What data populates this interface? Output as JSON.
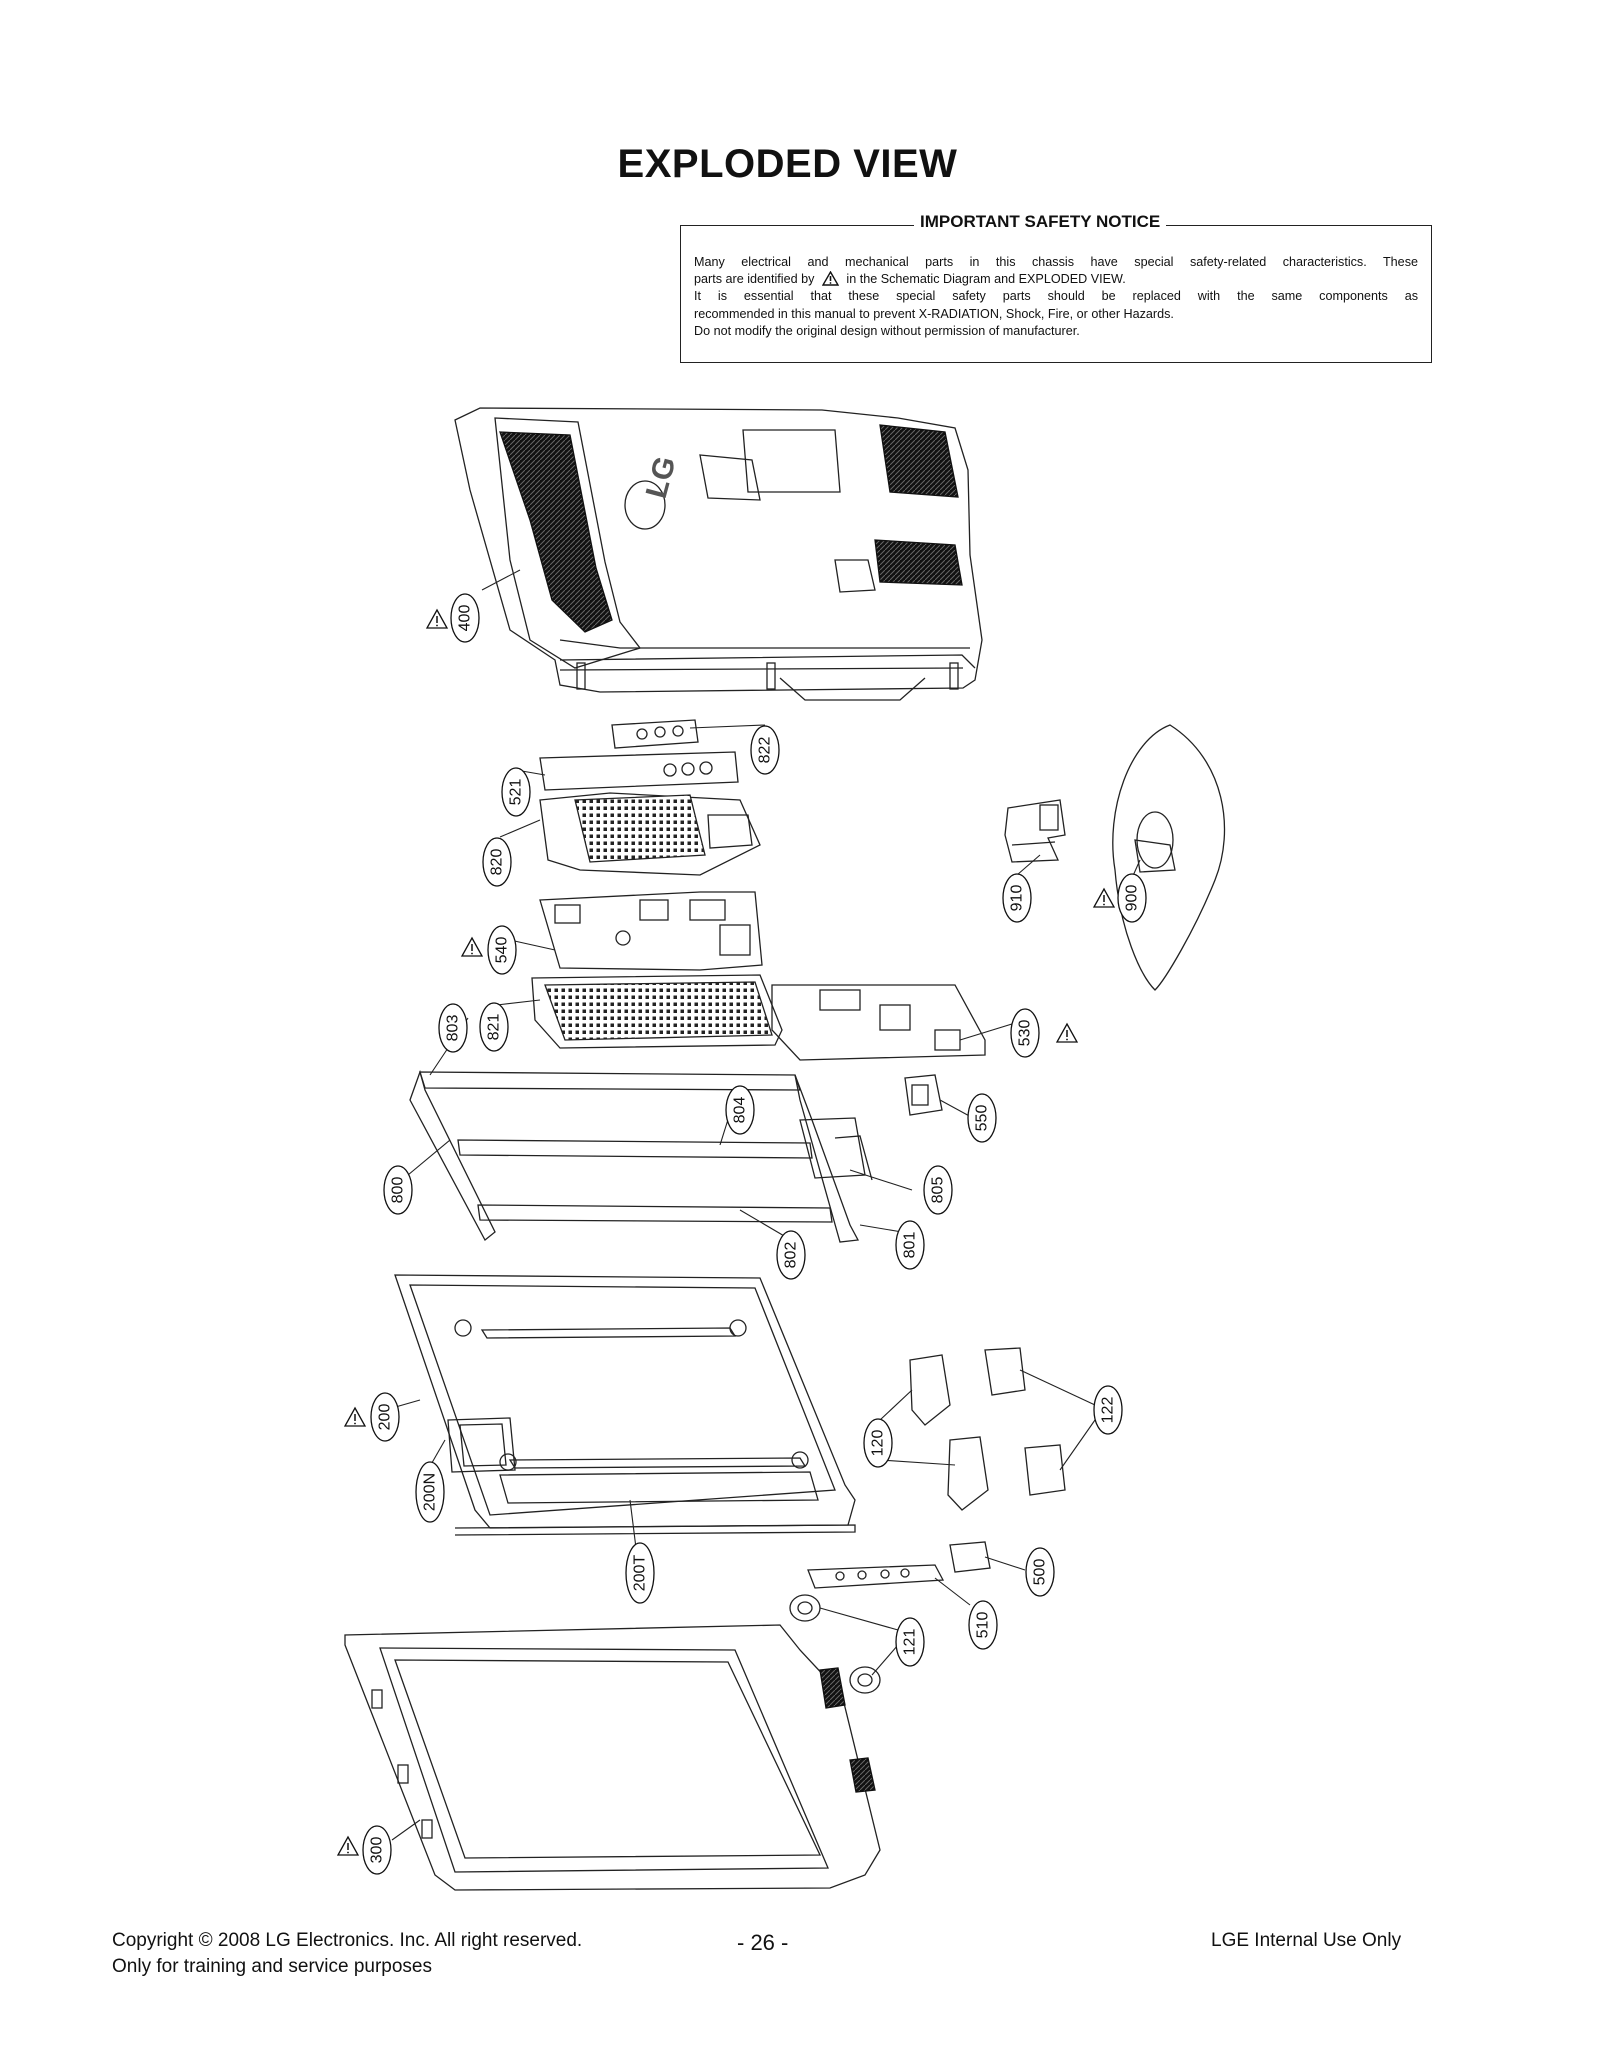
{
  "page_title": "EXPLODED VIEW",
  "safety_notice": {
    "heading": "IMPORTANT SAFETY NOTICE",
    "line1": "Many electrical and mechanical parts in this chassis have special safety-related characteristics. These",
    "line2_before_icon": "parts are identified by",
    "line2_after_icon": "in the Schematic Diagram and EXPLODED VIEW.",
    "line3": "It is essential that these special safety parts should be replaced with the same components as",
    "line4": "recommended in this manual to prevent X-RADIATION, Shock, Fire, or other Hazards.",
    "line5": "Do not modify the original design without permission of manufacturer."
  },
  "part_labels": {
    "p400": "400",
    "p822": "822",
    "p521": "521",
    "p820": "820",
    "p540": "540",
    "p821": "821",
    "p803": "803",
    "p530": "530",
    "p910": "910",
    "p900": "900",
    "p804": "804",
    "p550": "550",
    "p800": "800",
    "p805": "805",
    "p802": "802",
    "p801": "801",
    "p200": "200",
    "p200N": "200N",
    "p200T": "200T",
    "p120": "120",
    "p122": "122",
    "p500": "500",
    "p510": "510",
    "p121": "121",
    "p300": "300"
  },
  "cover_logo": "LG",
  "footer": {
    "copyright": "Copyright © 2008 LG Electronics. Inc. All right reserved.",
    "training": "Only for training and service purposes",
    "page_number": "- 26 -",
    "internal": "LGE Internal Use Only"
  }
}
